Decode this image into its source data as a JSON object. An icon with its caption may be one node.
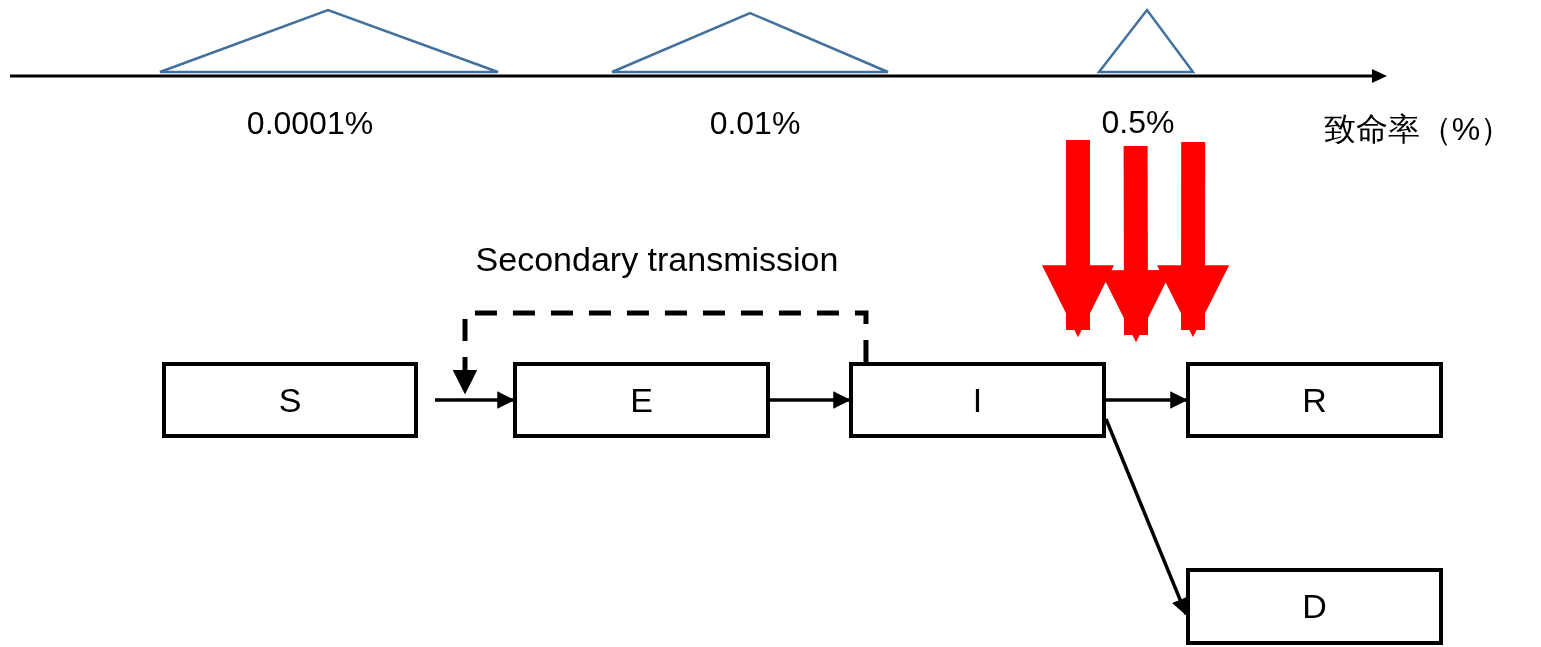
{
  "diagram": {
    "nodes": [
      {
        "text": [
          "S"
        ]
      },
      {
        "text": [
          "E"
        ]
      },
      {
        "text": [
          "I"
        ]
      },
      {
        "text": [
          "R"
        ]
      },
      {
        "text": [
          "D"
        ]
      },
      {
        "text": [
          "0.5%"
        ]
      }
    ],
    "edges": [
      {
        "from": 0,
        "to": 1,
        "arrow": "to"
      },
      {
        "from": 1,
        "to": 2,
        "arrow": "to"
      },
      {
        "from": 2,
        "to": 3,
        "arrow": "to"
      },
      {
        "from": 2,
        "to": 4,
        "arrow": "to"
      },
      {
        "from": 2,
        "to": 1,
        "arrow": "to",
        "style": "dashed",
        "label": "Secondary transmission"
      },
      {
        "from": 5,
        "to": 2,
        "arrow": "to",
        "style": "thick",
        "color": "#ff0000"
      },
      {
        "from": 5,
        "to": 2,
        "arrow": "to",
        "style": "thick",
        "color": "#ff0000"
      },
      {
        "from": 5,
        "to": 3,
        "arrow": "to",
        "style": "thick",
        "color": "#ff0000"
      }
    ],
    "labels": [
      "0.0001%",
      "0.01%",
      "致命率（%）"
    ]
  }
}
